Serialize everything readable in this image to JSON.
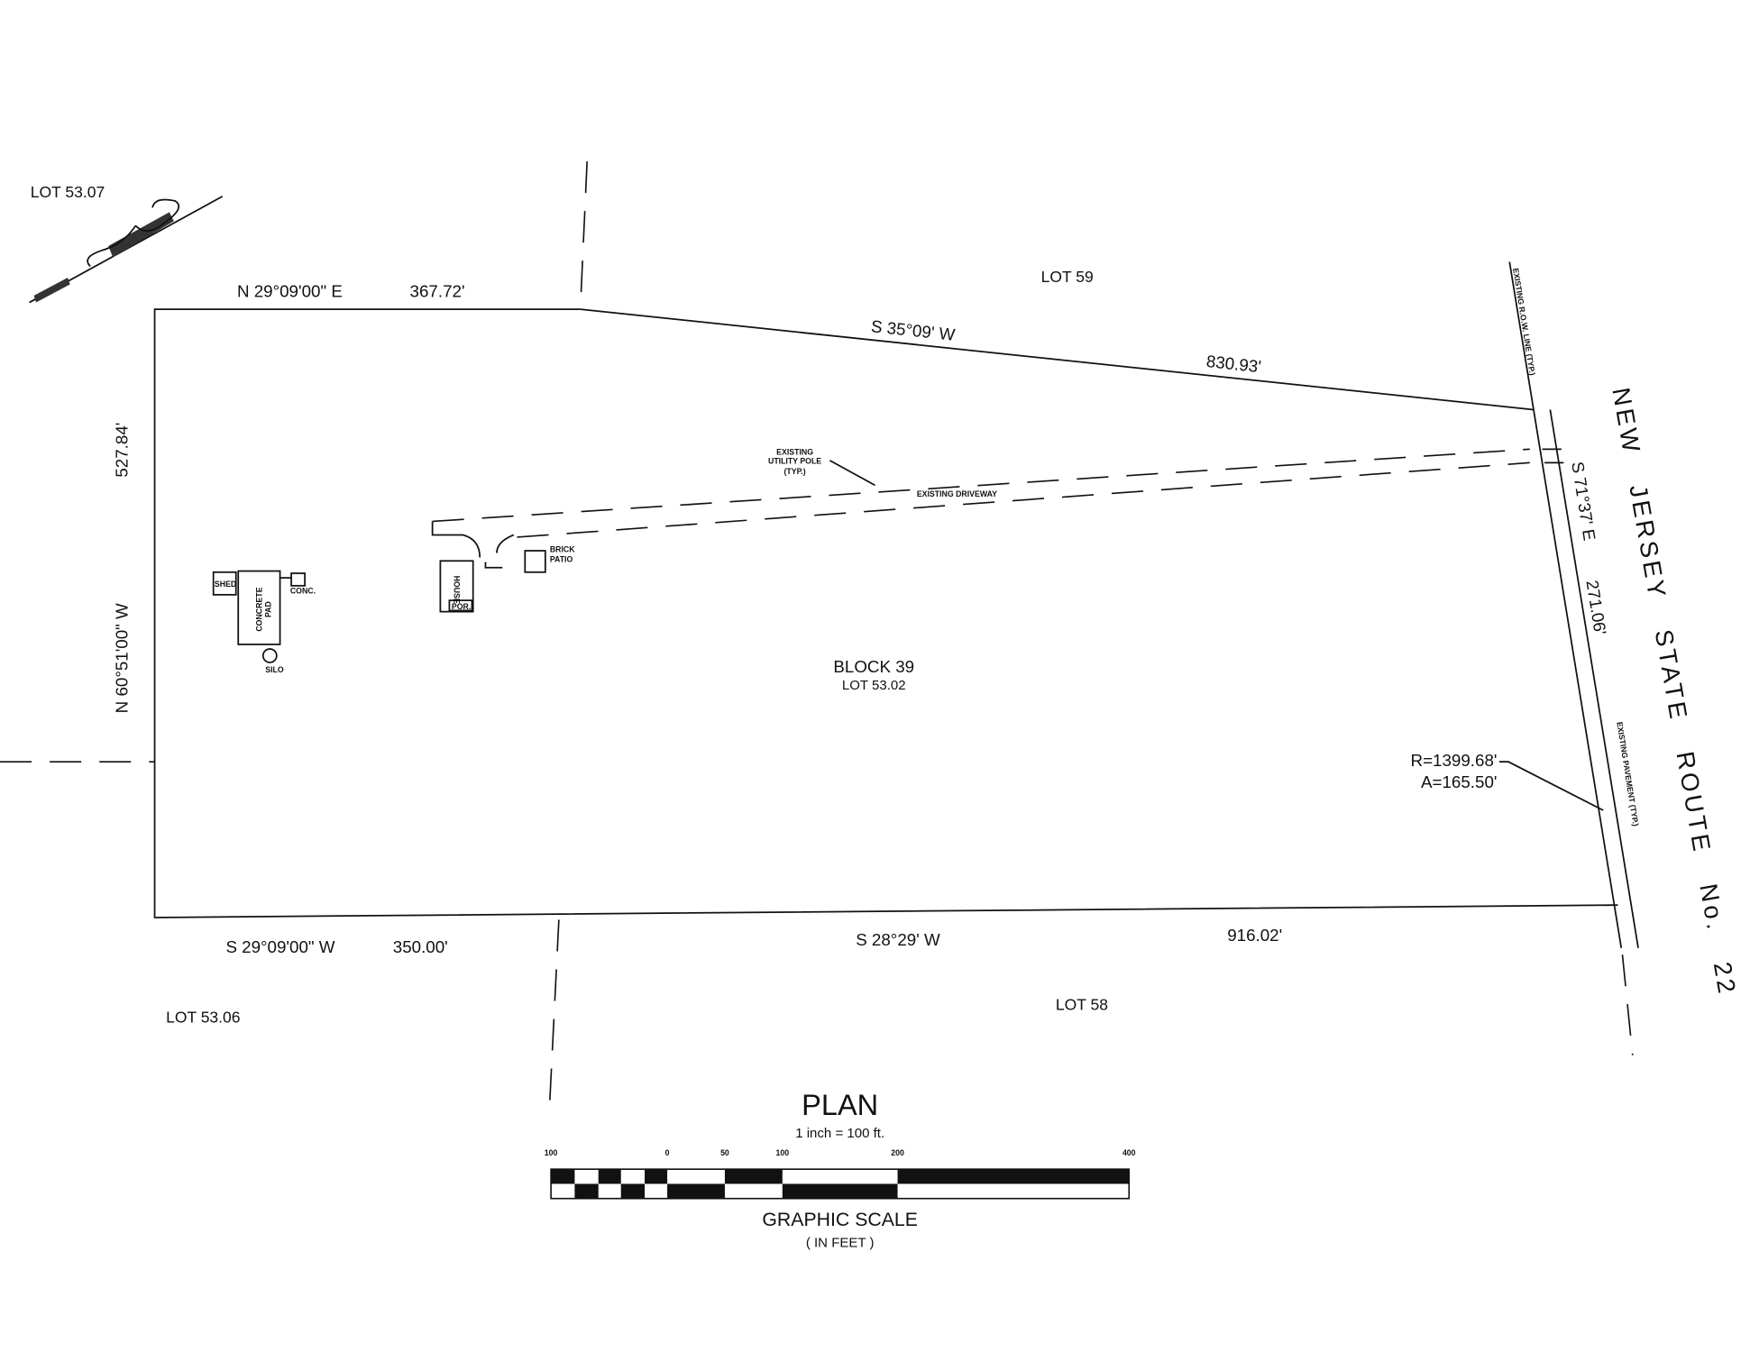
{
  "lots": {
    "lot_53_07": "LOT 53.07",
    "lot_59": "LOT 59",
    "lot_58": "LOT 58",
    "lot_53_06": "LOT 53.06",
    "block": "BLOCK 39",
    "subject_lot": "LOT 53.02"
  },
  "bearings": {
    "north_bearing": "N 29°09'00\" E",
    "north_distance": "367.72'",
    "ne_bearing": "S 35°09' W",
    "ne_distance": "830.93'",
    "west_distance": "527.84'",
    "west_bearing": "N 60°51'00\" W",
    "south_bearing": "S 29°09'00\" W",
    "south_distance": "350.00'",
    "se_bearing": "S 28°29' W",
    "se_distance": "916.02'",
    "east_bearing": "S 71°37' E",
    "east_distance": "271.06'",
    "curve_radius": "R=1399.68'",
    "curve_arc": "A=165.50'"
  },
  "road": {
    "name": "NEW JERSEY STATE ROUTE No. 22",
    "row_label": "EXISTING R.O.W. LINE (TYP.)",
    "pavement_label": "EXISTING PAVEMENT (TYP.)",
    "driveway_label": "EXISTING DRIVEWAY",
    "utility_label_1": "EXISTING",
    "utility_label_2": "UTILITY POLE",
    "utility_label_3": "(TYP.)"
  },
  "structures": {
    "shed": "SHED",
    "pad_1": "CONCRETE",
    "pad_2": "PAD",
    "conc": "CONC.",
    "silo": "SILO",
    "house": "HOUSE",
    "porch": "POR.",
    "patio_1": "BRICK",
    "patio_2": "PATIO"
  },
  "title": {
    "plan": "PLAN",
    "scale_text": "1 inch = 100 ft.",
    "graphic_scale": "GRAPHIC SCALE",
    "units": "( IN FEET )"
  },
  "scale_bar": {
    "ticks": [
      "100",
      "0",
      "50",
      "100",
      "200",
      "400"
    ]
  }
}
